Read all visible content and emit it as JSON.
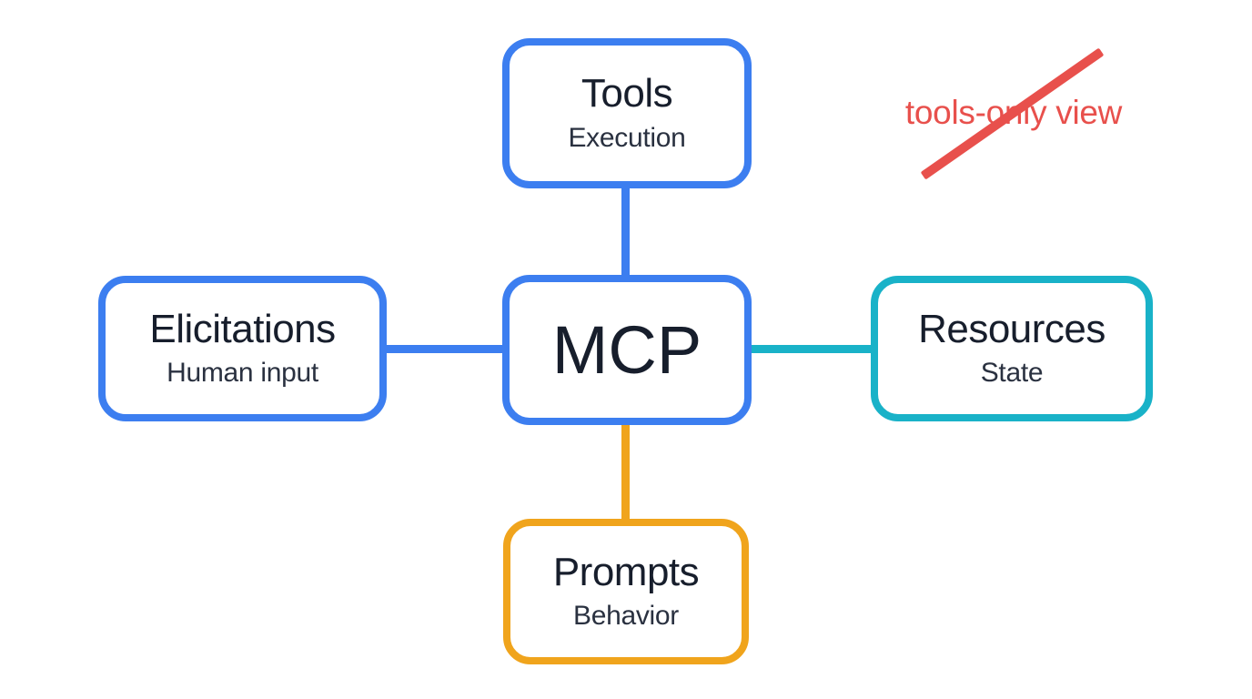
{
  "palette": {
    "background": "#ffffff",
    "blue": "#3c7ef0",
    "teal": "#19b2c8",
    "orange": "#f0a41c",
    "red": "#e8504c",
    "title_text": "#171e2c",
    "subtitle_text": "#2a3140"
  },
  "nodes": {
    "mcp": {
      "title": "MCP",
      "border_color": "#3c7ef0"
    },
    "tools": {
      "title": "Tools",
      "subtitle": "Execution",
      "border_color": "#3c7ef0"
    },
    "elicitations": {
      "title": "Elicitations",
      "subtitle": "Human input",
      "border_color": "#3c7ef0"
    },
    "resources": {
      "title": "Resources",
      "subtitle": "State",
      "border_color": "#19b2c8"
    },
    "prompts": {
      "title": "Prompts",
      "subtitle": "Behavior",
      "border_color": "#f0a41c"
    }
  },
  "connectors": {
    "mcp_tools": {
      "color": "#3c7ef0"
    },
    "mcp_elicitations": {
      "color": "#3c7ef0"
    },
    "mcp_resources": {
      "color": "#19b2c8"
    },
    "mcp_prompts": {
      "color": "#f0a41c"
    }
  },
  "annotation": {
    "text": "tools-only view",
    "color": "#e8504c"
  }
}
